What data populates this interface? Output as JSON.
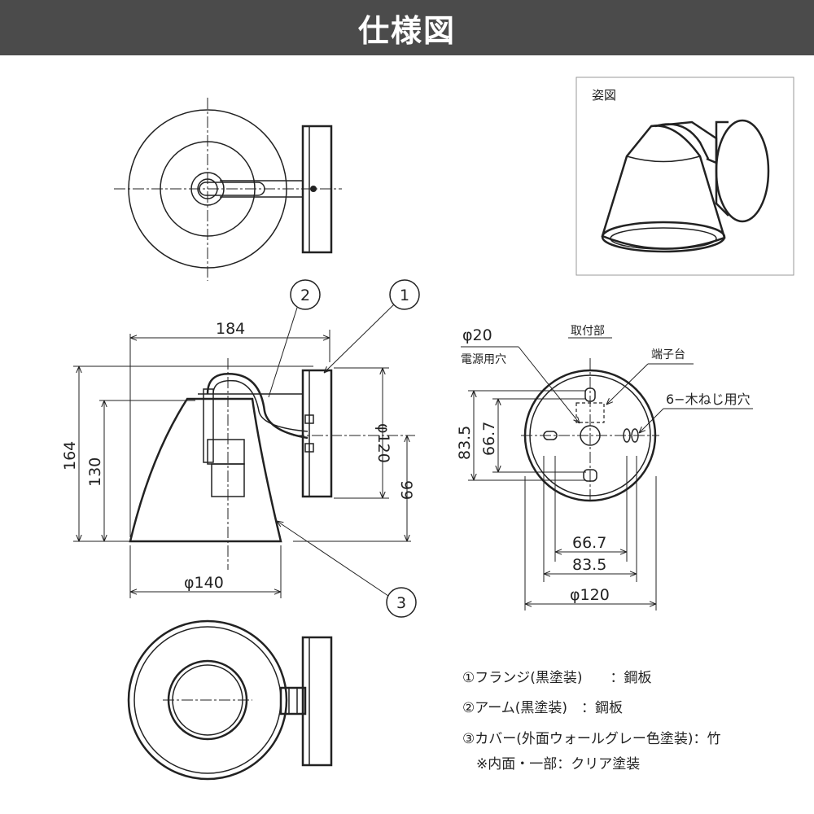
{
  "header": {
    "title": "仕様図"
  },
  "perspective": {
    "label": "姿図"
  },
  "side_view": {
    "width_dim": "184",
    "height_dim": "164",
    "shade_height_dim": "130",
    "flange_dim": "φ120",
    "center_height_dim": "99",
    "shade_diameter_dim": "φ140",
    "balloons": [
      "1",
      "2",
      "3"
    ]
  },
  "mount_view": {
    "title": "取付部",
    "power_hole_dim": "φ20",
    "power_hole_label": "電源用穴",
    "terminal_label": "端子台",
    "screw_label": "6−木ねじ用穴",
    "v_outer_dim": "83.5",
    "v_inner_dim": "66.7",
    "h_inner_dim": "66.7",
    "h_outer_dim": "83.5",
    "diameter_dim": "φ120"
  },
  "legend": [
    "①フランジ(黒塗装)　　：鋼板",
    "②アーム(黒塗装)　：鋼板",
    "③カバー(外面ウォールグレー色塗装)：竹",
    "　※内面・一部：クリア塗装"
  ]
}
